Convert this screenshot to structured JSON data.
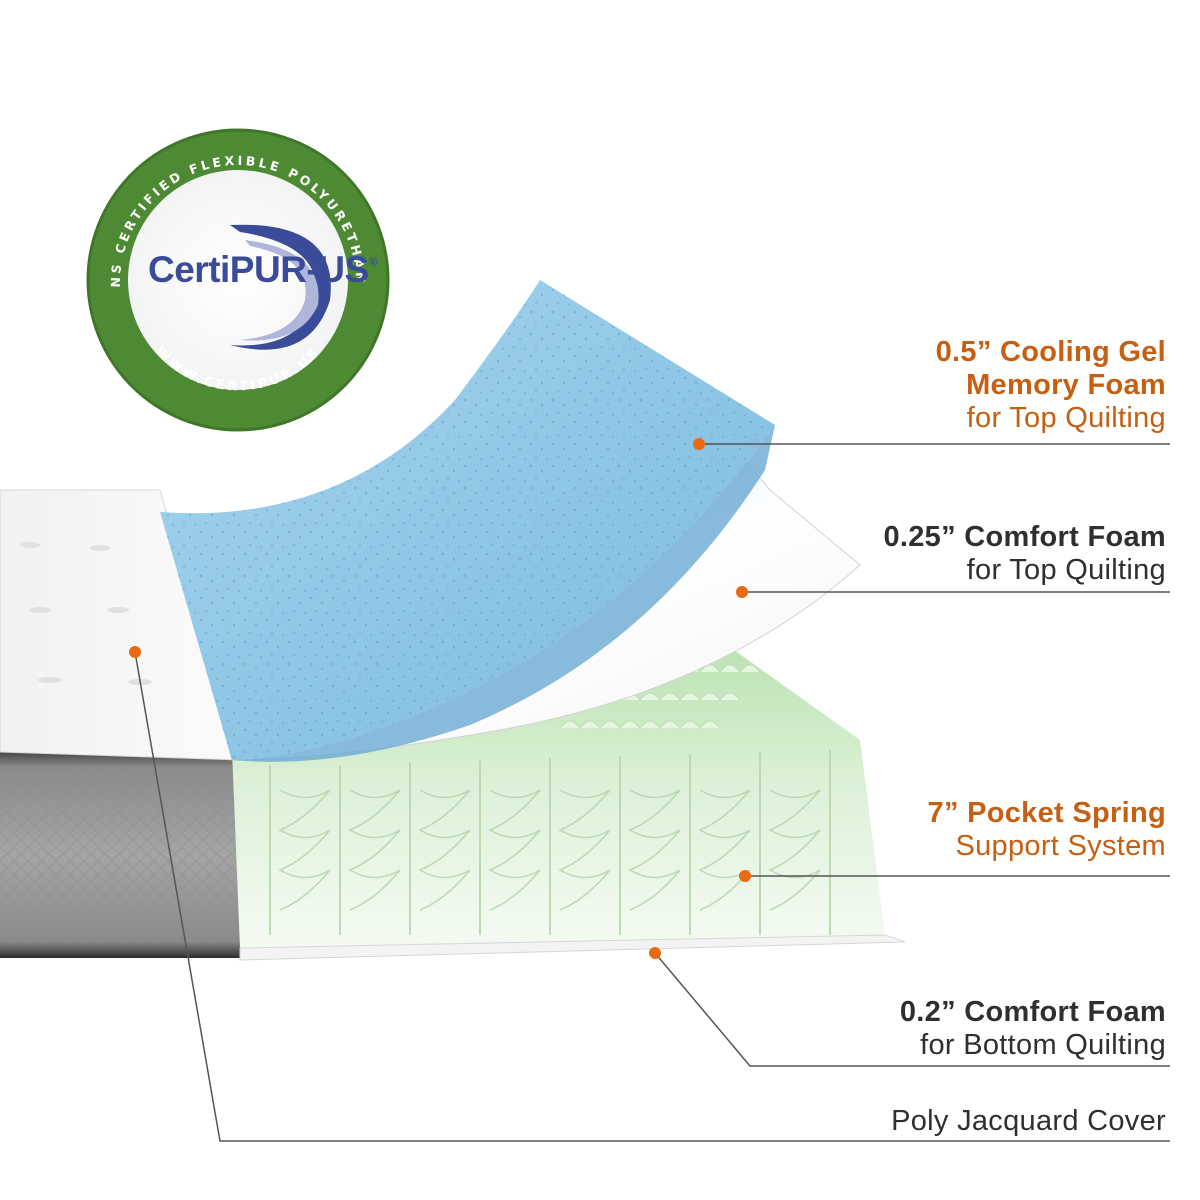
{
  "colors": {
    "accent": "#c65f12",
    "dot": "#ea6a12",
    "badge_green": "#4e8a34",
    "badge_blue": "#3a4c99",
    "gel_blue": "#8fc7e6",
    "spring_green": "#cde9c6",
    "leader_line": "#555555"
  },
  "badge": {
    "brand": "CertiPUR-US",
    "registered": "®",
    "ring_top": "CONTAINS CERTIFIED FLEXIBLE POLYURETHANE FOAM",
    "ring_bottom": "WWW.CERTIPUR.US"
  },
  "layers": [
    {
      "id": "gel",
      "style": "orange",
      "bold": "0.5” Cooling Gel",
      "bold2": "Memory Foam",
      "normal": "for Top Quilting"
    },
    {
      "id": "comfort-top",
      "style": "dark",
      "bold": "0.25” Comfort Foam",
      "normal": "for Top Quilting"
    },
    {
      "id": "spring",
      "style": "orange",
      "bold": "7” Pocket Spring",
      "normal": "Support System"
    },
    {
      "id": "comfort-bottom",
      "style": "dark",
      "bold": "0.2” Comfort Foam",
      "normal": "for Bottom Quilting"
    },
    {
      "id": "cover",
      "style": "dark",
      "normal": "Poly Jacquard Cover"
    }
  ]
}
